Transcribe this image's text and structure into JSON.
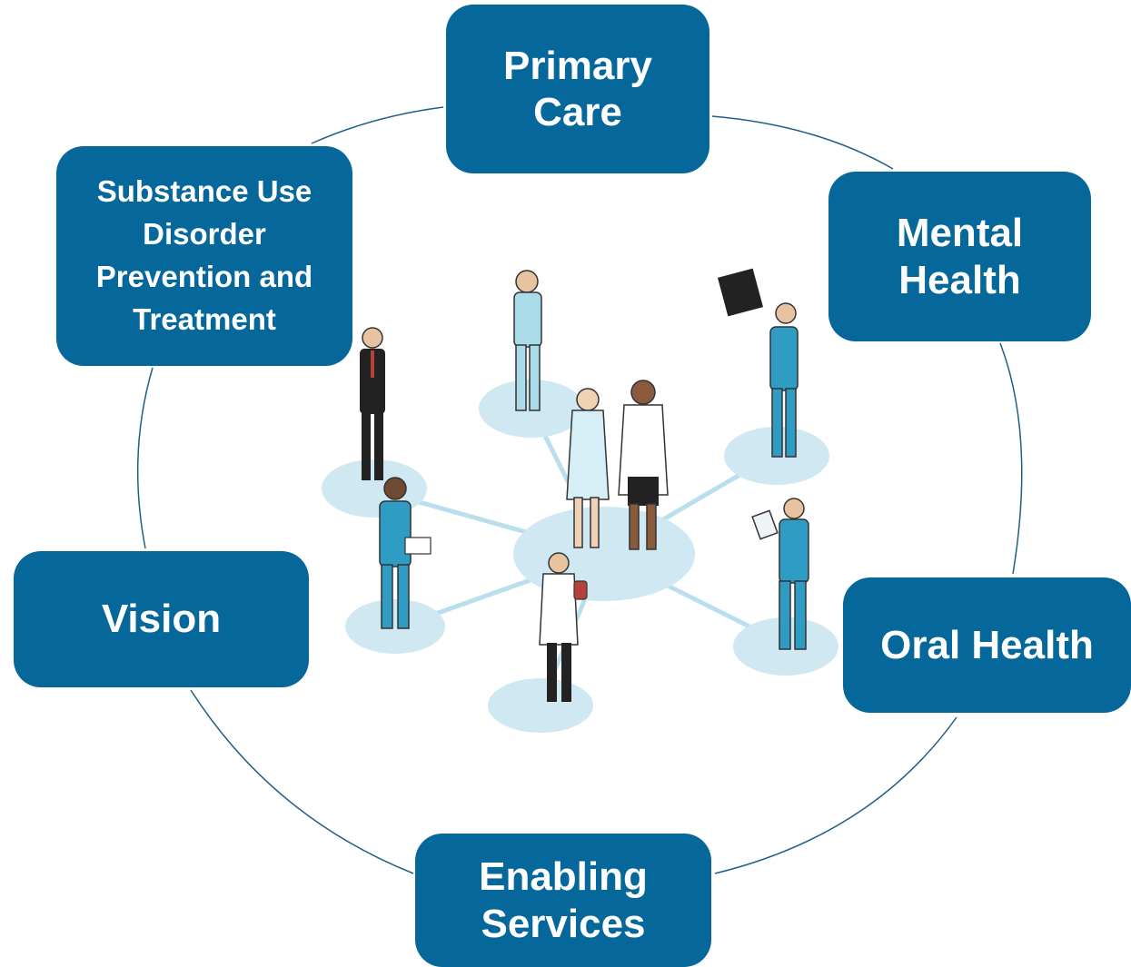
{
  "diagram": {
    "services": [
      {
        "id": "primary",
        "label": "Primary\nCare"
      },
      {
        "id": "mental",
        "label": "Mental\nHealth"
      },
      {
        "id": "oral",
        "label": "Oral Health"
      },
      {
        "id": "enabling",
        "label": "Enabling\nServices"
      },
      {
        "id": "vision",
        "label": "Vision"
      },
      {
        "id": "substance",
        "label": "Substance Use\nDisorder\nPrevention and\nTreatment"
      }
    ],
    "colors": {
      "box_fill": "#05679a",
      "box_text": "#ffffff",
      "ring_stroke": "#1f5f85",
      "platform_fill": "#cfe8f2",
      "scrubs": "#2f9cc4",
      "light_scrubs": "#a9dbe9"
    },
    "illustration": {
      "figures": [
        "nurse-light-scrubs",
        "physician-holding-xray",
        "nurse-with-clipboard",
        "pharmacist-with-bottle",
        "nurse-with-papers",
        "administrator-in-suit",
        "patient-in-gown",
        "doctor-in-white-coat"
      ]
    }
  }
}
